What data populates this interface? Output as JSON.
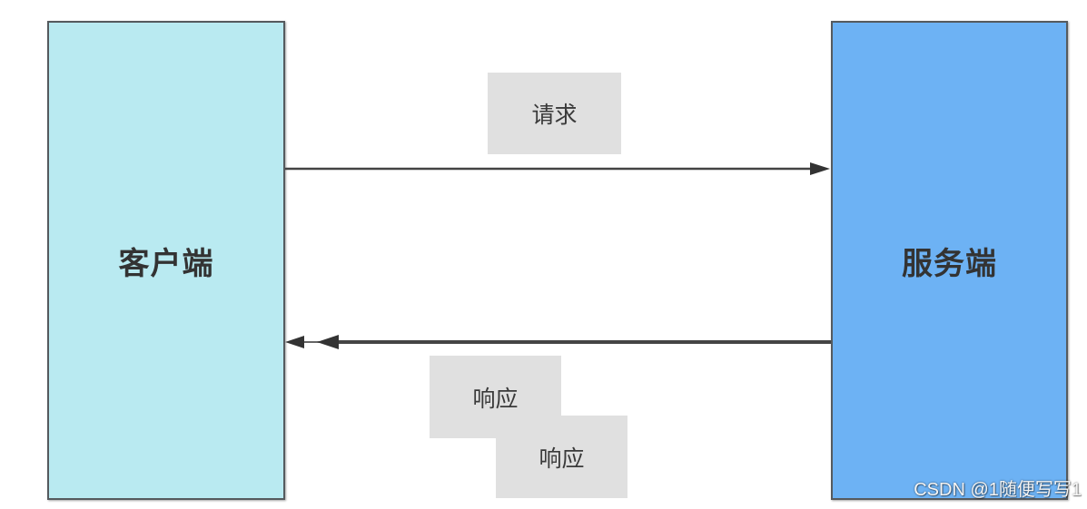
{
  "diagram": {
    "type": "client-server request/response",
    "nodes": {
      "client": {
        "label": "客户端",
        "fill": "#b9eaf1"
      },
      "server": {
        "label": "服务端",
        "fill": "#6db2f4"
      }
    },
    "edges": [
      {
        "from": "client",
        "to": "server",
        "label": "请求"
      },
      {
        "from": "server",
        "to": "client",
        "labels": [
          "响应",
          "响应"
        ]
      }
    ],
    "labels": {
      "request": "请求",
      "response_1": "响应",
      "response_2": "响应"
    },
    "colors": {
      "edge": "#444444",
      "label_bg": "#e0e0e0",
      "border": "#555a5e"
    }
  },
  "watermark": "CSDN @1随便写写1"
}
